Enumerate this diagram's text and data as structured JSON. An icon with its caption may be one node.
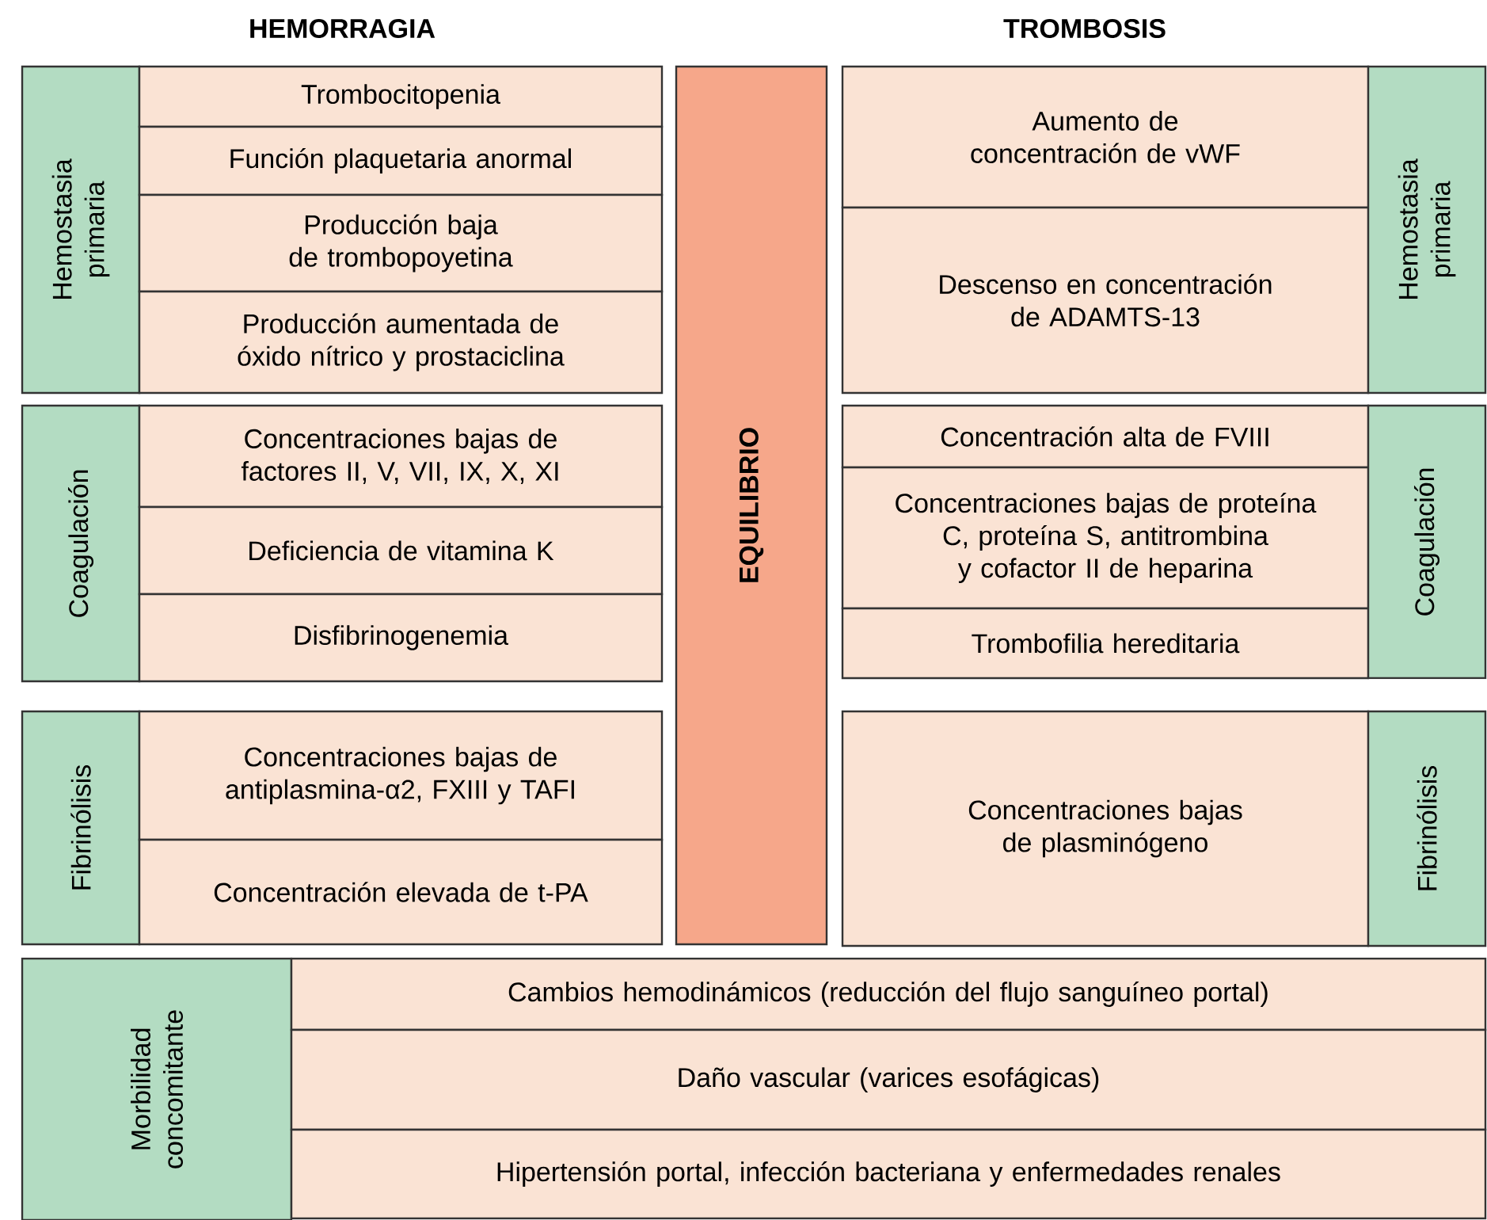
{
  "diagram": {
    "nodes": [
      {
        "text": [
          "Hemostasia primaria"
        ]
      },
      {
        "text": [
          "Trombocitopenia"
        ]
      },
      {
        "text": [
          "Función plaquetaria anormal"
        ]
      },
      {
        "text": [
          "Producción baja de trombopoyetina"
        ]
      },
      {
        "text": [
          "Producción aumentada de óxido nítrico y prostaciclina"
        ]
      },
      {
        "text": [
          "Coagulación"
        ]
      },
      {
        "text": [
          "Concentraciones bajas de factores II, V, VII, IX, X, XI"
        ]
      },
      {
        "text": [
          "Deficiencia de vitamina K"
        ]
      },
      {
        "text": [
          "Disfibrinogenemia"
        ]
      },
      {
        "text": [
          "Fibrinólisis"
        ]
      },
      {
        "text": [
          "Concentraciones bajas de antiplasmina-α2, FXIII y TAFI"
        ]
      },
      {
        "text": [
          "Concentración elevada de t-PA"
        ]
      },
      {
        "text": [
          "EQUILIBRIO"
        ]
      },
      {
        "text": [
          "Aumento de concentración de vWF"
        ]
      },
      {
        "text": [
          "Descenso en concentración de ADAMTS-13"
        ]
      },
      {
        "text": [
          "Hemostasia primaria"
        ]
      },
      {
        "text": [
          "Concentración alta de FVIII"
        ]
      },
      {
        "text": [
          "Concentraciones bajas de proteína C, proteína S, antitrombina y cofactor II de heparina"
        ]
      },
      {
        "text": [
          "Trombofilia hereditaria"
        ]
      },
      {
        "text": [
          "Coagulación"
        ]
      },
      {
        "text": [
          "Concentraciones bajas de plasminógeno"
        ]
      },
      {
        "text": [
          "Fibrinólisis"
        ]
      },
      {
        "text": [
          "Morbilidad concomitante"
        ]
      },
      {
        "text": [
          "Cambios hemodinámicos (reducción del flujo sanguíneo portal)"
        ]
      },
      {
        "text": [
          "Daño vascular (varices esofágicas)"
        ]
      },
      {
        "text": [
          "Hipertensión portal, infección bacteriana y enfermedades renales"
        ]
      }
    ],
    "labels": [
      "HEMORRAGIA",
      "TROMBOSIS"
    ]
  }
}
